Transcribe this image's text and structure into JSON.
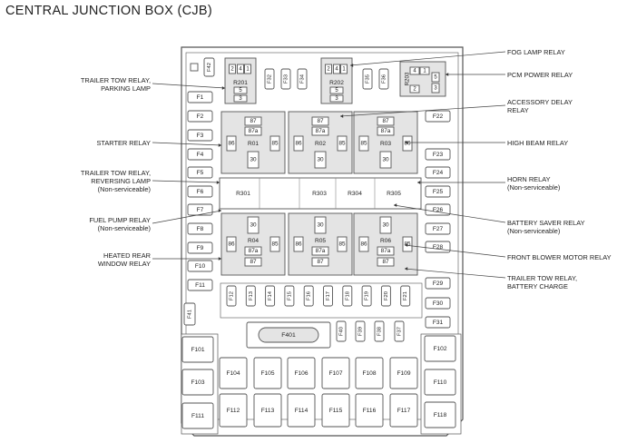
{
  "title": "CENTRAL JUNCTION BOX (CJB)",
  "left_labels": [
    {
      "id": "trailer-tow-parking",
      "lines": [
        "TRAILER TOW RELAY,",
        "PARKING LAMP"
      ]
    },
    {
      "id": "starter",
      "lines": [
        "STARTER RELAY"
      ]
    },
    {
      "id": "trailer-tow-reversing",
      "lines": [
        "TRAILER TOW RELAY,",
        "REVERSING LAMP",
        "(Non-serviceable)"
      ]
    },
    {
      "id": "fuel-pump",
      "lines": [
        "FUEL PUMP RELAY",
        "(Non-serviceable)"
      ]
    },
    {
      "id": "heated-rear-window",
      "lines": [
        "HEATED REAR",
        "WINDOW RELAY"
      ]
    }
  ],
  "right_labels": [
    {
      "id": "fog-lamp",
      "lines": [
        "FOG LAMP RELAY"
      ]
    },
    {
      "id": "pcm-power",
      "lines": [
        "PCM POWER RELAY"
      ]
    },
    {
      "id": "accessory-delay",
      "lines": [
        "ACCESSORY DELAY",
        "RELAY"
      ]
    },
    {
      "id": "high-beam",
      "lines": [
        "HIGH BEAM RELAY"
      ]
    },
    {
      "id": "horn",
      "lines": [
        "HORN RELAY",
        "(Non-serviceable)"
      ]
    },
    {
      "id": "battery-saver",
      "lines": [
        "BATTERY SAVER RELAY",
        "(Non-serviceable)"
      ]
    },
    {
      "id": "front-blower",
      "lines": [
        "FRONT BLOWER MOTOR RELAY"
      ]
    },
    {
      "id": "trailer-tow-battery",
      "lines": [
        "TRAILER TOW RELAY,",
        "BATTERY CHARGE"
      ]
    }
  ],
  "left_fuses": [
    "F1",
    "F2",
    "F3",
    "F4",
    "F5",
    "F6",
    "F7",
    "F8",
    "F9",
    "F10",
    "F11"
  ],
  "right_fuses": [
    "F22",
    "F23",
    "F24",
    "F25",
    "F26",
    "F27",
    "F28",
    "F29",
    "F30",
    "F31"
  ],
  "top_fuses": [
    "F42",
    "F32",
    "F33",
    "F34",
    "F35",
    "F36"
  ],
  "middle_fuses": [
    "F12",
    "F13",
    "F14",
    "F15",
    "F16",
    "F17",
    "F18",
    "F19",
    "F20",
    "F21"
  ],
  "lower_fuses": [
    "F37",
    "F38",
    "F39",
    "F40"
  ],
  "f41": "F41",
  "f401": "F401",
  "small_relays": [
    {
      "name": "R201",
      "pins": [
        "2",
        "4",
        "1",
        "5",
        "3"
      ]
    },
    {
      "name": "R202",
      "pins": [
        "2",
        "4",
        "1",
        "5",
        "3"
      ]
    },
    {
      "name": "R203",
      "pins": [
        "4",
        "1",
        "2",
        "5",
        "3"
      ]
    }
  ],
  "upper_relays": [
    {
      "name": "R01",
      "pins": [
        "87",
        "87a",
        "86",
        "85",
        "30"
      ]
    },
    {
      "name": "R02",
      "pins": [
        "87",
        "87a",
        "86",
        "85",
        "30"
      ]
    },
    {
      "name": "R03",
      "pins": [
        "87",
        "87a",
        "85",
        "86",
        "30"
      ]
    }
  ],
  "lower_relays": [
    {
      "name": "R04",
      "pins": [
        "30",
        "86",
        "85",
        "87a",
        "87"
      ]
    },
    {
      "name": "R05",
      "pins": [
        "30",
        "86",
        "85",
        "87a",
        "87"
      ]
    },
    {
      "name": "R06",
      "pins": [
        "30",
        "86",
        "85",
        "87a",
        "87"
      ]
    }
  ],
  "strip_relays": [
    "R301",
    "R303",
    "R304",
    "R305"
  ],
  "maxi_fuses": {
    "left": [
      "F101",
      "F103",
      "F111"
    ],
    "right": [
      "F102",
      "F110",
      "F118"
    ],
    "row1": [
      "F104",
      "F105",
      "F106",
      "F107",
      "F108",
      "F109"
    ],
    "row2": [
      "F112",
      "F113",
      "F114",
      "F115",
      "F116",
      "F117"
    ]
  }
}
